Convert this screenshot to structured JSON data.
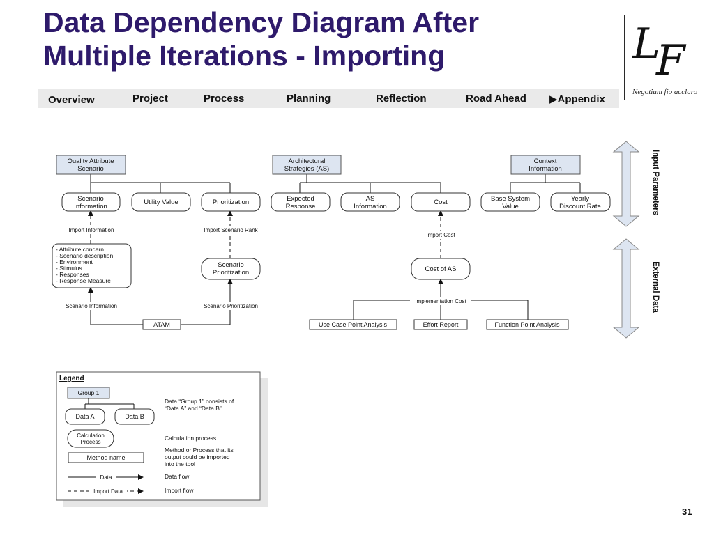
{
  "title": {
    "line1": "Data Dependency Diagram After",
    "line2": "Multiple Iterations - Importing"
  },
  "logo": {
    "letter1": "L",
    "letter2": "F",
    "motto": "Negotium fio acclaro"
  },
  "nav": {
    "items": [
      "Overview",
      "Project",
      "Process",
      "Planning",
      "Reflection",
      "Road Ahead",
      "▶Appendix"
    ],
    "active": "Appendix"
  },
  "diagram": {
    "groups": {
      "quality": [
        "Quality Attribute",
        "Scenario"
      ],
      "architectural": [
        "Architectural",
        "Strategies (AS)"
      ],
      "context": [
        "Context",
        "Information"
      ]
    },
    "data": {
      "scenario_info": [
        "Scenario",
        "Information"
      ],
      "utility_value": [
        "Utility Value"
      ],
      "prioritization": [
        "Prioritization"
      ],
      "expected_response": [
        "Expected",
        "Response"
      ],
      "as_info": [
        "AS",
        "Information"
      ],
      "cost": [
        "Cost"
      ],
      "base_system": [
        "Base System",
        "Value"
      ],
      "discount_rate": [
        "Yearly",
        "Discount Rate"
      ]
    },
    "processes": {
      "scenario_prioritization": [
        "Scenario",
        "Prioritization"
      ],
      "cost_of_as": [
        "Cost of AS"
      ]
    },
    "attribute_list": [
      "- Attribute concern",
      "- Scenario description",
      "- Environment",
      "- Stimulus",
      "- Responses",
      "- Response Measure"
    ],
    "methods": {
      "atam": "ATAM",
      "use_case": "Use Case Point Analysis",
      "effort": "Effort Report",
      "function_point": "Function Point Analysis"
    },
    "flow_labels": {
      "import_information": "Import Information",
      "import_scenario_rank": "Import Scenario Rank",
      "import_cost": "Import Cost",
      "scenario_information": "Scenario Information",
      "scenario_prioritization": "Scenario Prioritization",
      "implementation_cost": "Implementation Cost"
    },
    "side_labels": {
      "input": "Input Parameters",
      "external": "External Data"
    }
  },
  "legend": {
    "title": "Legend",
    "group": "Group 1",
    "data_a": "Data A",
    "data_b": "Data B",
    "group_desc": [
      "Data “Group 1” consists of",
      "“Data A” and “Data B”"
    ],
    "calc": [
      "Calculation",
      "Process"
    ],
    "calc_desc": "Calculation process",
    "method": "Method name",
    "method_desc": [
      "Method or Process that its",
      "output could be imported",
      "into the tool"
    ],
    "flow_label": "Data",
    "flow_desc": "Data flow",
    "import_label": "Import Data",
    "import_desc": "Import flow"
  },
  "page_number": "31",
  "colors": {
    "title": "#2e1a6b",
    "group_fill": "#dde5f1",
    "nav_bg": "#eaeaea"
  }
}
